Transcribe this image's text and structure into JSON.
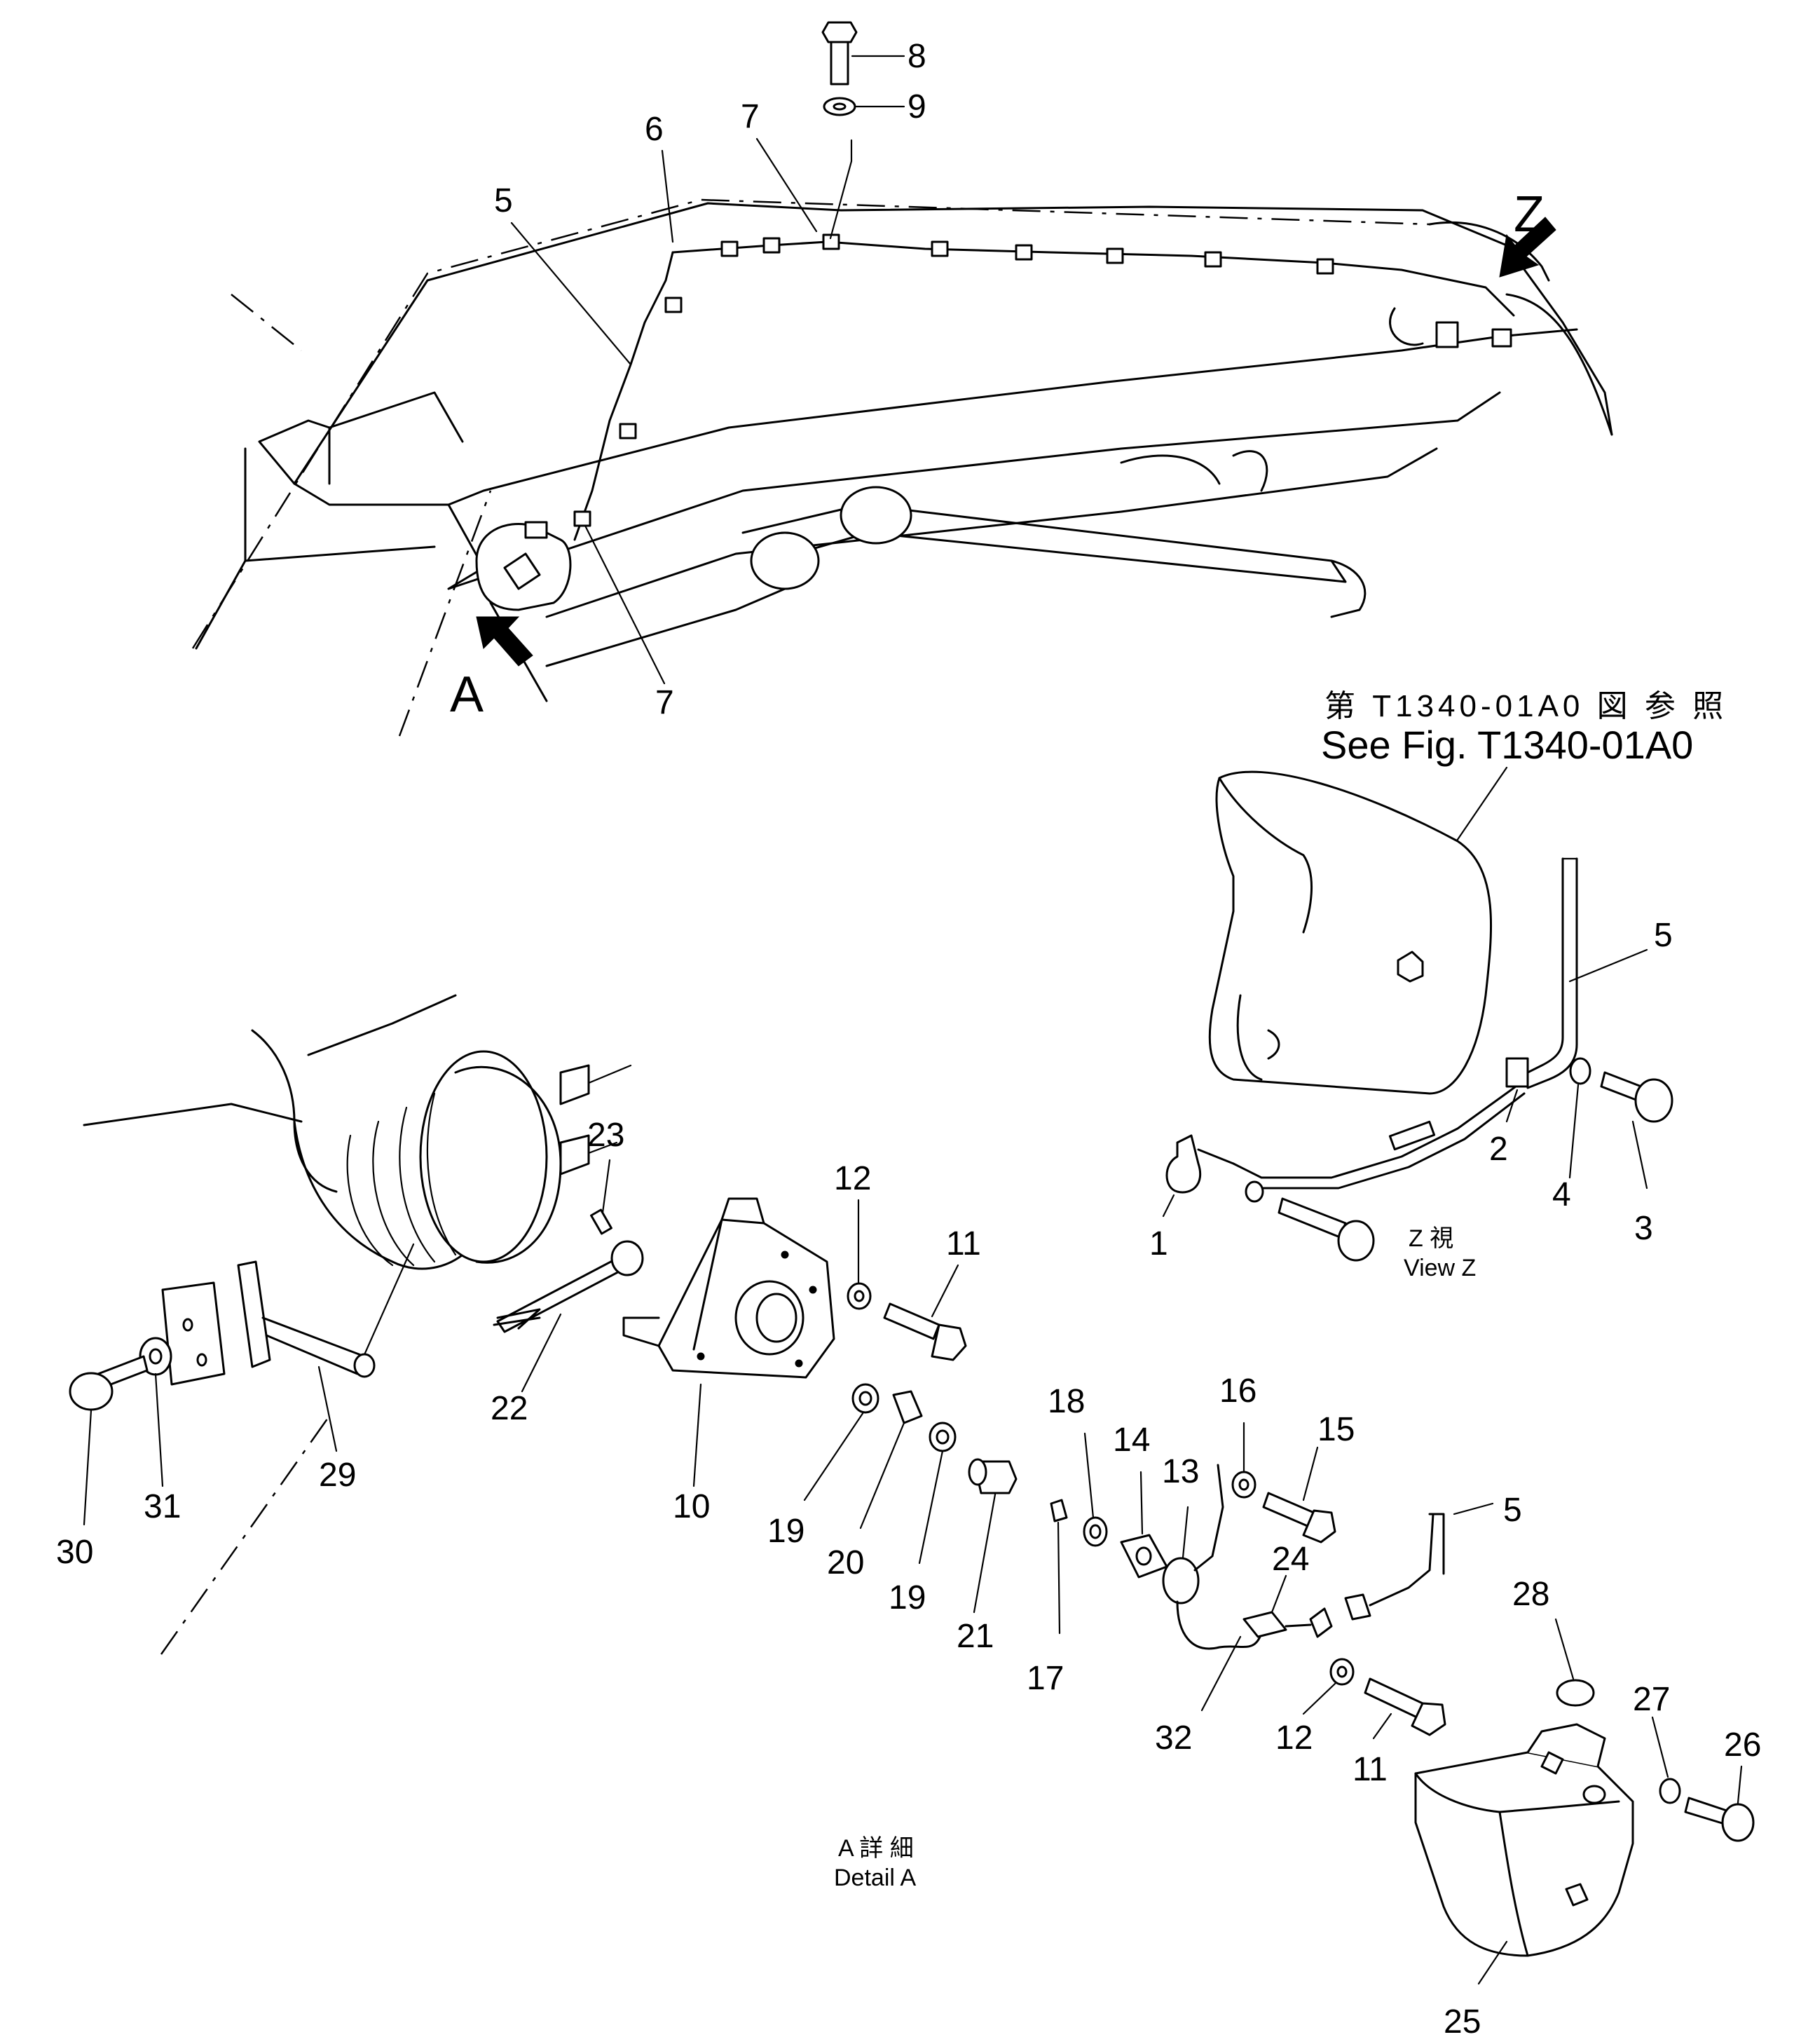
{
  "diagram": {
    "view_labels": {
      "arrow_a": "A",
      "arrow_z": "Z"
    },
    "reference": {
      "japanese": "第 T1340-01A0 図 参 照",
      "english": "See Fig. T1340-01A0"
    },
    "captions": {
      "view_z_jp": "Z 視",
      "view_z_en": "View Z",
      "detail_a_jp": "A 詳 細",
      "detail_a_en": "Detail A"
    },
    "callouts": {
      "top_8": "8",
      "top_9": "9",
      "top_6": "6",
      "top_7a": "7",
      "top_5": "5",
      "top_7b": "7",
      "z_5": "5",
      "z_2": "2",
      "z_4": "4",
      "z_3": "3",
      "z_1": "1",
      "d_23": "23",
      "d_12a": "12",
      "d_11a": "11",
      "d_22": "22",
      "d_29": "29",
      "d_31": "31",
      "d_30": "30",
      "d_10": "10",
      "d_19a": "19",
      "d_20": "20",
      "d_19b": "19",
      "d_21": "21",
      "d_18": "18",
      "d_17": "17",
      "d_14": "14",
      "d_13": "13",
      "d_16": "16",
      "d_15": "15",
      "d_5": "5",
      "d_24": "24",
      "d_32": "32",
      "d_12b": "12",
      "d_11b": "11",
      "d_28": "28",
      "d_27": "27",
      "d_26": "26",
      "d_25": "25"
    }
  }
}
